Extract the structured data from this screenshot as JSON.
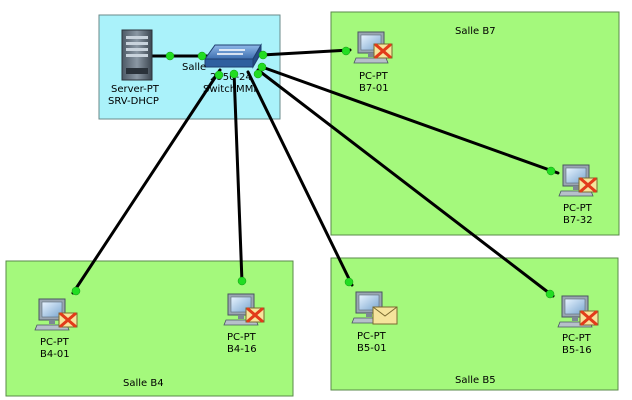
{
  "rooms": {
    "salle_switch": "Salle",
    "salle_b7": "Salle B7",
    "salle_b4": "Salle B4",
    "salle_b5": "Salle B5"
  },
  "devices": {
    "server": {
      "type": "Server-PT",
      "name": "SRV-DHCP"
    },
    "switch": {
      "type": "2950-24",
      "name": "SwitchMMI"
    },
    "pc_b7_01": {
      "type": "PC-PT",
      "name": "B7-01",
      "status": "failed"
    },
    "pc_b7_32": {
      "type": "PC-PT",
      "name": "B7-32",
      "status": "failed"
    },
    "pc_b4_01": {
      "type": "PC-PT",
      "name": "B4-01",
      "status": "failed"
    },
    "pc_b4_16": {
      "type": "PC-PT",
      "name": "B4-16",
      "status": "failed"
    },
    "pc_b5_01": {
      "type": "PC-PT",
      "name": "B5-01",
      "status": "envelope"
    },
    "pc_b5_16": {
      "type": "PC-PT",
      "name": "B5-16",
      "status": "failed"
    }
  },
  "colors": {
    "room_green": "#a4f97c",
    "room_cyan": "#aaf2fa",
    "link": "#000000",
    "port_up": "#22dd22",
    "envelope": "#f6e49c",
    "fail_x": "#e23b1a"
  },
  "icons": {
    "server": "server-icon",
    "switch": "switch-icon",
    "pc": "pc-icon",
    "envelope": "envelope-icon",
    "fail": "red-x-icon"
  }
}
